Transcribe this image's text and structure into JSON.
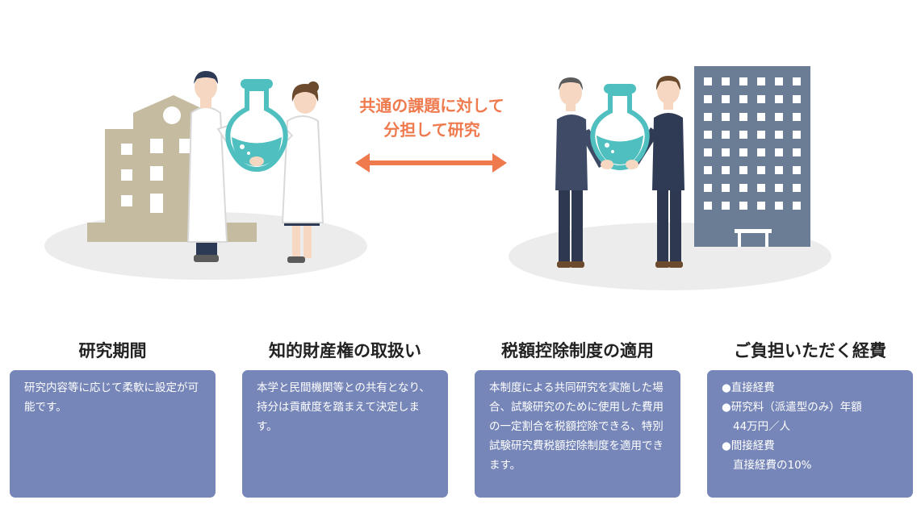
{
  "caption": {
    "line1": "共通の課題に対して",
    "line2": "分担して研究"
  },
  "colors": {
    "box": "#7686b8",
    "accent": "#ef7a4e",
    "building_left": "#c5bba0",
    "building_right": "#6b7d95"
  },
  "columns": [
    {
      "title": "研究期間",
      "body": "研究内容等に応じて柔軟に設定が可能です。"
    },
    {
      "title": "知的財産権の取扱い",
      "body": "本学と民間機関等との共有となり、持分は貢献度を踏まえて決定します。"
    },
    {
      "title": "税額控除制度の適用",
      "body": "本制度による共同研究を実施した場合、試験研究のために使用した費用の一定割合を税額控除できる、特別試験研究費税額控除制度を適用できます。"
    },
    {
      "title": "ご負担いただく経費",
      "items": [
        {
          "label": "●直接経費"
        },
        {
          "label": "●研究料（派遣型のみ）年額",
          "sub": "44万円／人"
        },
        {
          "label": "●間接経費",
          "sub": "直接経費の10%"
        }
      ]
    }
  ]
}
